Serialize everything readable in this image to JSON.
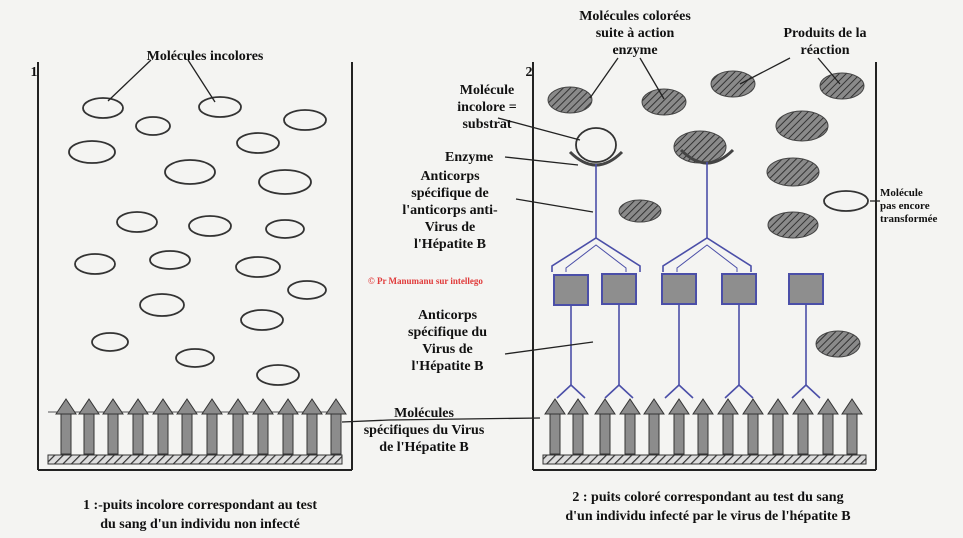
{
  "labels": {
    "colorless_molecules": "Molécules incolores",
    "colored_molecules": "Molécules colorées\nsuite à action\nenzyme",
    "reaction_products": "Produits de la\nréaction",
    "substrate": "Molécule\nincolore =\nsubstrat",
    "enzyme": "Enzyme",
    "anti_antibody": "Anticorps\nspécifique de\nl'anticorps anti-\nVirus de\nl'Hépatite B",
    "not_transformed": "Molécule\npas encore\ntransformée",
    "antibody": "Anticorps\nspécifique du\nVirus de\nl'Hépatite B",
    "virus_molecules": "Molécules\nspécifiques du Virus\nde l'Hépatite B",
    "watermark": "© Pr Manumanu sur intellego"
  },
  "captions": {
    "well1_number": "1",
    "well1": "1 :-puits incolore correspondant au test\ndu sang d'un individu non infecté",
    "well2_number": "2",
    "well2": "2 : puits coloré correspondant au test du sang\nd'un individu infecté par le virus de l'hépatite B"
  }
}
